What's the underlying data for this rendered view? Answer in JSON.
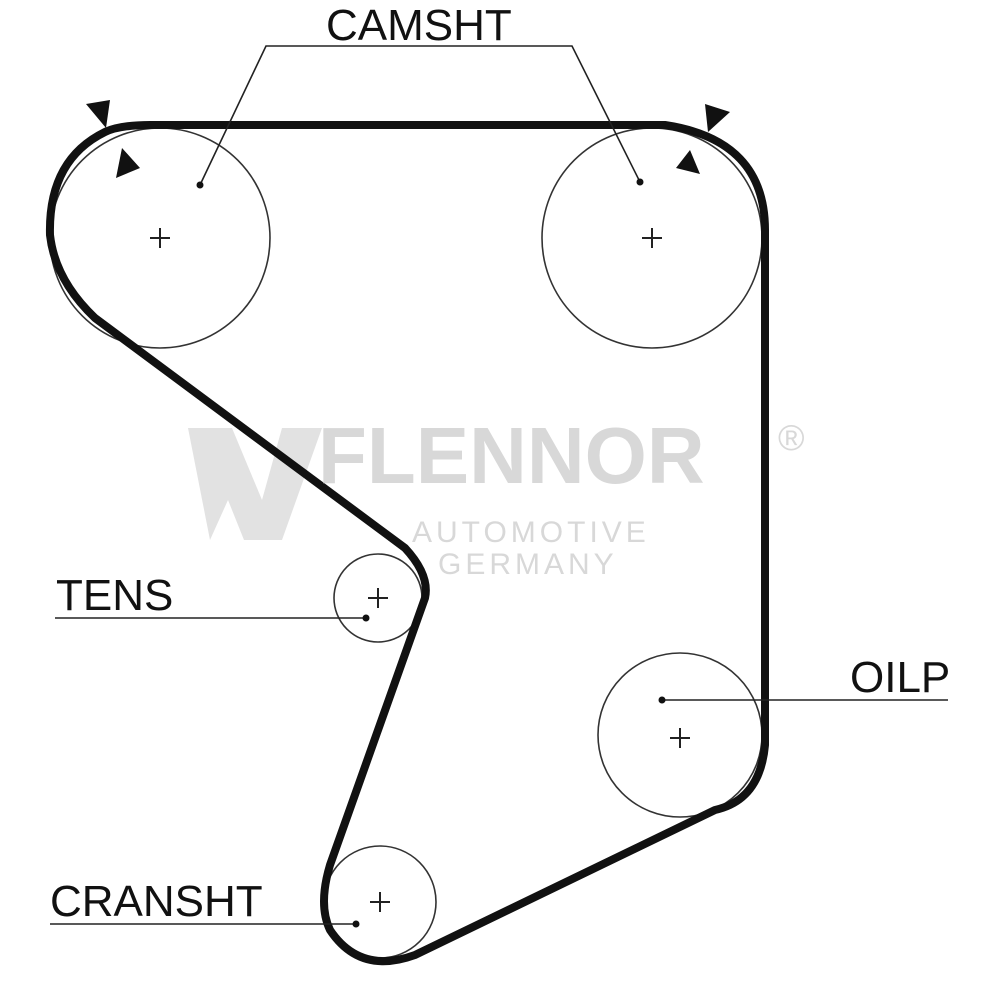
{
  "labels": {
    "camshaft": "CAMSHT",
    "tensioner": "TENS",
    "oil_pump": "OILP",
    "crankshaft": "CRANSHT"
  },
  "watermark": {
    "brand": "FLENNOR",
    "registered": "®",
    "line1": "AUTOMOTIVE",
    "line2": "GERMANY"
  },
  "colors": {
    "belt": "#111111",
    "pulley": "#333333",
    "watermark": "#d8d8d8"
  }
}
